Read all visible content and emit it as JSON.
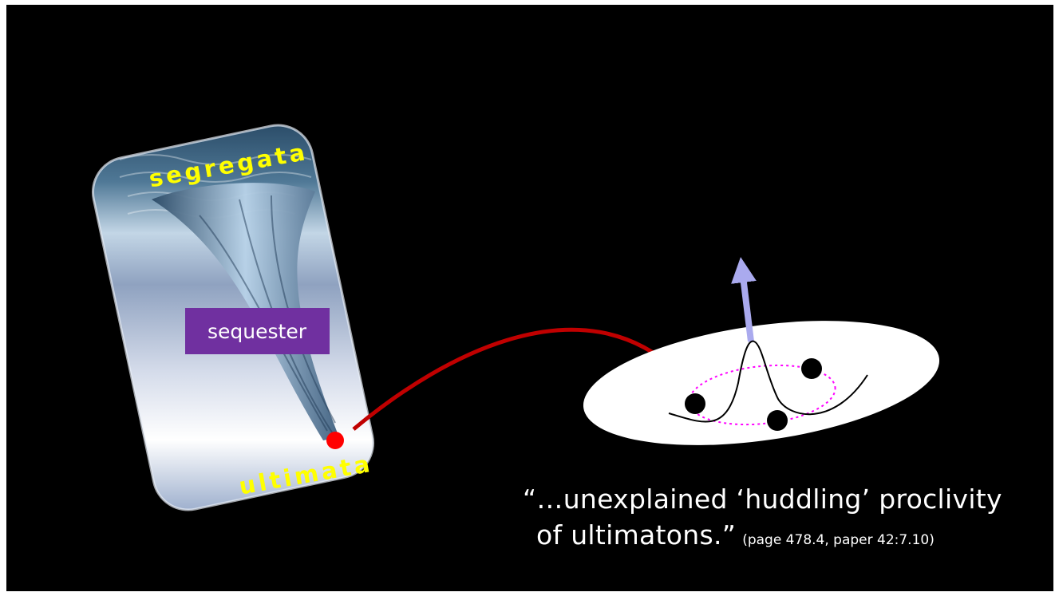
{
  "labels": {
    "top": "segregata",
    "middle": "sequester",
    "bottom": "ultimata"
  },
  "quote": {
    "line1": "“…unexplained ‘huddling’ proclivity",
    "line2": "of ultimatons.”",
    "citation": "(page 478.4,  paper 42:7.10)"
  },
  "colors": {
    "background": "#000000",
    "label_yellow": "#ffff00",
    "sequester_box": "#7030a0",
    "red_arrow": "#c00000",
    "red_dot": "#ff0000",
    "up_arrow": "#aaaaee",
    "dotted_ellipse": "#ff00ff"
  }
}
